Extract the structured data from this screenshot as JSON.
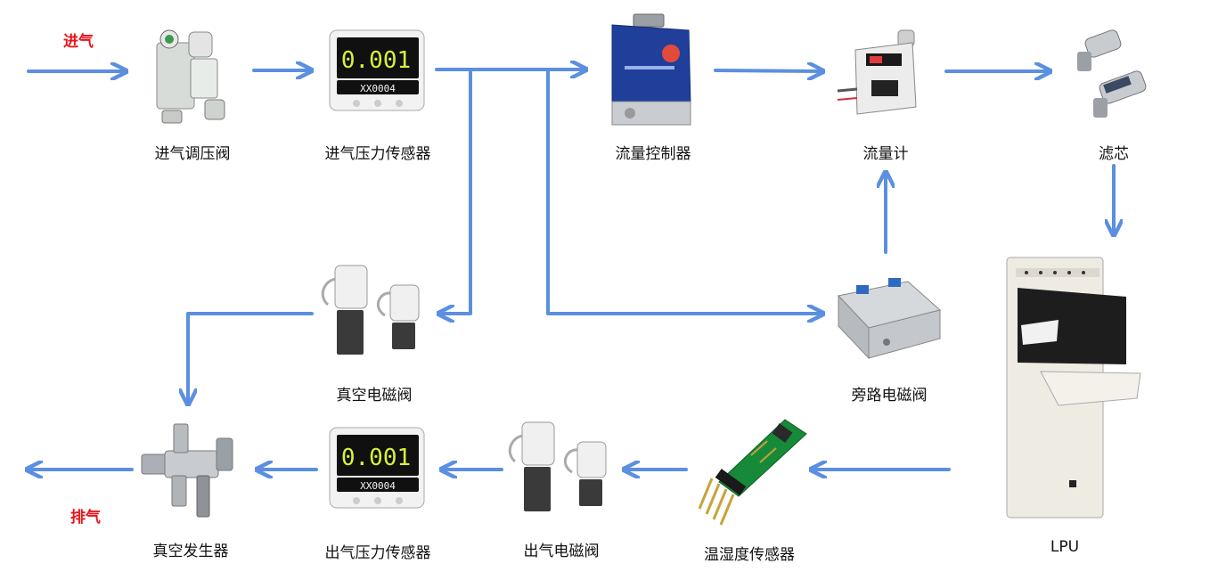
{
  "diagram": {
    "inlet_label": "进气",
    "exhaust_label": "排气",
    "nodes": {
      "inlet_regulator": "进气调压阀",
      "inlet_pressure_sensor": "进气压力传感器",
      "flow_controller": "流量控制器",
      "flow_meter": "流量计",
      "filter": "滤芯",
      "vacuum_valve": "真空电磁阀",
      "bypass_valve": "旁路电磁阀",
      "lpu": "LPU",
      "vacuum_generator": "真空发生器",
      "outlet_pressure_sensor": "出气压力传感器",
      "outlet_valve": "出气电磁阀",
      "humidity_sensor": "温湿度传感器"
    },
    "display_readings": {
      "main": "0.001",
      "sub": "XX0004"
    },
    "colors": {
      "arrow": "#5b8fe0",
      "label_accent": "#e8141b"
    }
  }
}
